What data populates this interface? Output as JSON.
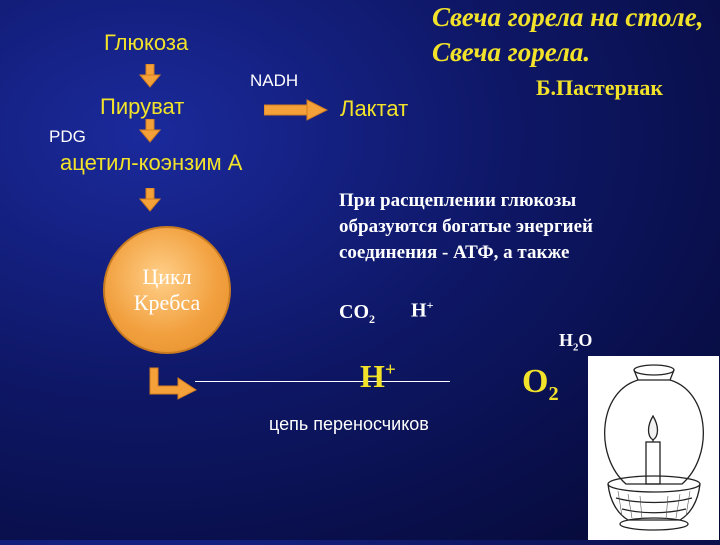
{
  "pathway": {
    "glucose": "Глюкоза",
    "pyruvate": "Пируват",
    "nadh": "NADH",
    "lactate": "Лактат",
    "pdg": "PDG",
    "acetyl_coa": "ацетил-коэнзим А",
    "krebs_line1": "Цикл",
    "krebs_line2": "Кребса",
    "electron_chain": "цепь переносчиков"
  },
  "quote": {
    "line1": "Свеча горела на столе,",
    "line2": "Свеча горела.",
    "author": "Б.Пастернак"
  },
  "description": "При расщеплении глюкозы образуются богатые энергией соединения  - АТФ, а также",
  "products": {
    "co2_base": "CO",
    "co2_sub": "2",
    "h_base": "H",
    "h_sup": "+",
    "h2o_base_h": "H",
    "h2o_sub": "2",
    "h2o_o": "O",
    "hplus_base": "H",
    "hplus_sup": "+",
    "o2_base": "O",
    "o2_sub": "2"
  },
  "colors": {
    "label_yellow": "#f2e32a",
    "text_white": "#ffffff",
    "arrow_fill": "#f4a13a",
    "krebs_fill": "#f2a140",
    "background": "#0e1766"
  },
  "icons": {
    "arrow_down": "arrow-down-icon",
    "arrow_right": "arrow-right-icon",
    "bent_arrow": "bent-arrow-icon",
    "candle_lamp": "candle-lamp-icon"
  }
}
